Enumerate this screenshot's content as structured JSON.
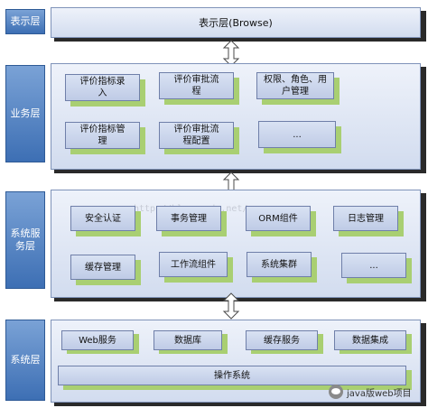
{
  "layers": {
    "presentation": {
      "label": "表示层",
      "title": "表示层(Browse)"
    },
    "business": {
      "label": "业务层",
      "items": [
        "评价指标录\n入",
        "评价审批流\n程",
        "权限、角色、用\n户管理",
        "评价指标管\n理",
        "评价审批流\n程配置",
        "..."
      ]
    },
    "system_service": {
      "label": "系统服\n务层",
      "items": [
        "安全认证",
        "事务管理",
        "ORM组件",
        "日志管理",
        "缓存管理",
        "工作流组件",
        "系统集群",
        "..."
      ]
    },
    "system": {
      "label": "系统层",
      "items": [
        "Web服务",
        "数据库",
        "缓存服务",
        "数据集成"
      ],
      "os": "操作系统"
    }
  },
  "watermark": "http://blog.csdn.net/",
  "brand": "java版web项目",
  "colors": {
    "label_fill": "#4f7fc0",
    "layer_fill": "#dce4f3",
    "item_fill": "#cdd7ee",
    "item_shadow": "#a9cf72",
    "shadow": "#2a2a2a"
  }
}
